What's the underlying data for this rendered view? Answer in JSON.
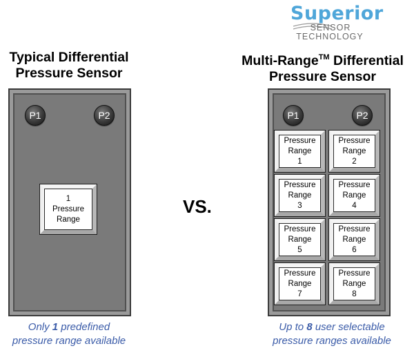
{
  "logo": {
    "brand": "Superior",
    "line1": "SENSOR",
    "line2": "TECHNOLOGY",
    "brand_color": "#4fa6d9"
  },
  "left": {
    "title_line1": "Typical Differential",
    "title_line2": "Pressure Sensor",
    "ports": [
      "P1",
      "P2"
    ],
    "range_box": {
      "line1": "1",
      "line2": "Pressure",
      "line3": "Range"
    },
    "caption": {
      "pre": "Only ",
      "bold": "1",
      "post": " predefined",
      "line2": "pressure range available"
    }
  },
  "vs_label": "VS.",
  "right": {
    "title_line1_main": "Multi-Range",
    "title_tm": "TM",
    "title_line1_rest": " Differential",
    "title_line2": "Pressure Sensor",
    "ports": [
      "P1",
      "P2"
    ],
    "ranges": [
      {
        "line1": "Pressure",
        "line2": "Range",
        "num": "1"
      },
      {
        "line1": "Pressure",
        "line2": "Range",
        "num": "2"
      },
      {
        "line1": "Pressure",
        "line2": "Range",
        "num": "3"
      },
      {
        "line1": "Pressure",
        "line2": "Range",
        "num": "4"
      },
      {
        "line1": "Pressure",
        "line2": "Range",
        "num": "5"
      },
      {
        "line1": "Pressure",
        "line2": "Range",
        "num": "6"
      },
      {
        "line1": "Pressure",
        "line2": "Range",
        "num": "7"
      },
      {
        "line1": "Pressure",
        "line2": "Range",
        "num": "8"
      }
    ],
    "caption": {
      "pre": "Up to ",
      "bold": "8",
      "post": " user selectable",
      "line2": "pressure ranges available"
    }
  },
  "colors": {
    "panel": "#7a7a7a",
    "caption": "#3a5ba8"
  }
}
